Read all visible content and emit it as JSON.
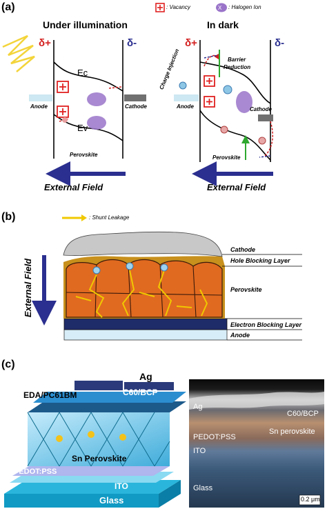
{
  "panel_a": {
    "label": "(a)",
    "legend": {
      "vacancy": ": Vacancy",
      "halogen": ": Halogen Ion"
    },
    "left": {
      "title": "Under illumination",
      "delta_plus": "δ+",
      "delta_minus": "δ-",
      "ec": "Ec",
      "ev": "Ev",
      "anode": "Anode",
      "cathode": "Cathode",
      "perovskite": "Perovskite",
      "external_field": "External Field"
    },
    "right": {
      "title": "In dark",
      "delta_plus": "δ+",
      "delta_minus": "δ-",
      "charge_injection": "Charge Injection",
      "barrier_line1": "Barrier",
      "barrier_line2": "Reduction",
      "anode": "Anode",
      "cathode": "Cathode",
      "perovskite": "Perovskite",
      "external_field": "External Field"
    }
  },
  "panel_b": {
    "label": "(b)",
    "legend": ": Shunt Leakage",
    "external_field": "External Field",
    "layers": [
      "Cathode",
      "Hole Blocking Layer",
      "Perovskite",
      "Electron Blocking Layer",
      "Anode"
    ]
  },
  "panel_c": {
    "label": "(c)",
    "schematic": {
      "ag": "Ag",
      "c60_bcp": "C60/BCP",
      "eda": "EDA/PC61BM",
      "sn_perovskite": "Sn Perovskite",
      "pedot": "PEDOT:PSS",
      "ito": "ITO",
      "glass": "Glass"
    },
    "micrograph": {
      "ag": "Ag",
      "c60_bcp": "C60/BCP",
      "sn_perovskite": "Sn perovskite",
      "pedot": "PEDOT:PSS",
      "ito": "ITO",
      "glass": "Glass",
      "scale_bar": "0.2 μm"
    }
  }
}
